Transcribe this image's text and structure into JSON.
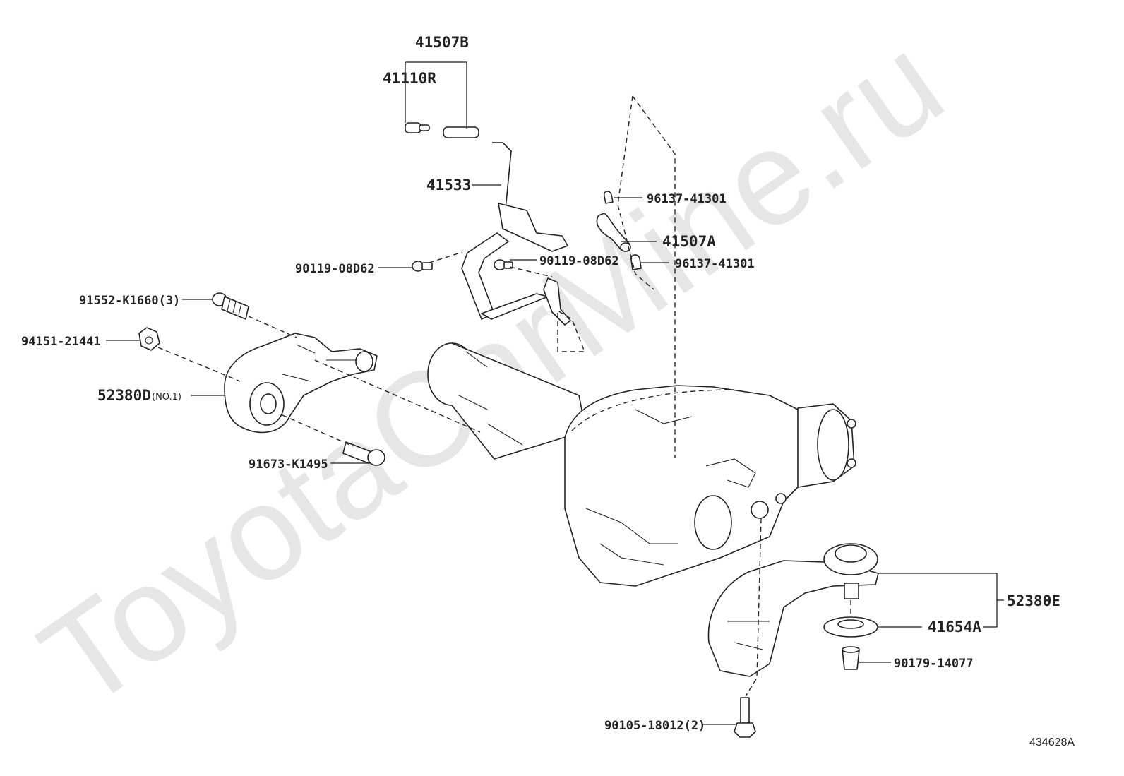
{
  "watermark": "ToyotaCarMine.ru",
  "diagram_ref": "434628A",
  "labels": {
    "p41507B": "41507B",
    "p41110R": "41110R",
    "p41533": "41533",
    "p96137_top": "96137-41301",
    "p41507A": "41507A",
    "p96137_bot": "96137-41301",
    "p90119_left": "90119-08D62",
    "p90119_right": "90119-08D62",
    "p91552": "91552-K1660(3)",
    "p94151": "94151-21441",
    "p52380D": "52380D",
    "p52380D_sub": "(NO.1)",
    "p91673": "91673-K1495",
    "p52380E": "52380E",
    "p41654A": "41654A",
    "p90179": "90179-14077",
    "p90105": "90105-18012(2)"
  }
}
